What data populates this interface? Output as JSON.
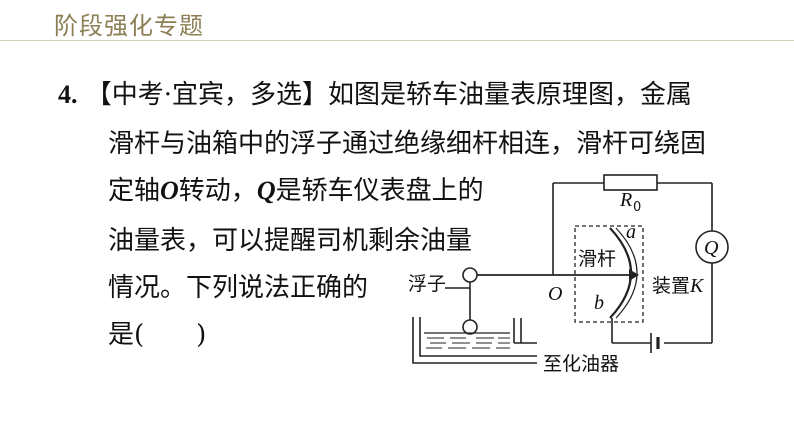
{
  "header": {
    "title": "阶段强化专题"
  },
  "question": {
    "number": "4.",
    "line1": "【中考·宜宾，多选】如图是轿车油量表原理图，金属",
    "line2": "滑杆与油箱中的浮子通过绝缘细杆相连，滑杆可绕固",
    "line3_a": "定轴",
    "line3_O": "O",
    "line3_b": "转动，",
    "line3_Q": "Q",
    "line3_c": "是轿车仪表盘上的",
    "line4": "油量表，可以提醒司机剩余油量",
    "line5": "情况。下列说法正确的",
    "line6_open": "是(",
    "line6_close": ")"
  },
  "diagram": {
    "resistor_label": "R",
    "resistor_sub": "0",
    "meter_label": "Q",
    "float_label": "浮子",
    "pivot_label": "O",
    "slider_label": "滑杆",
    "end_a": "a",
    "end_b": "b",
    "device_label": "装置",
    "device_K": "K",
    "outlet_label": "至化油器"
  }
}
